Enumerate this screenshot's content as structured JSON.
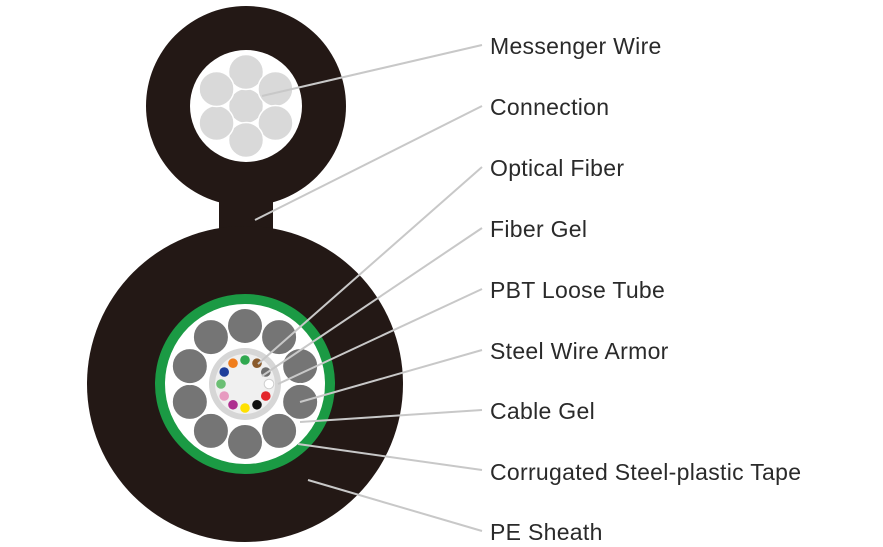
{
  "labels": [
    "Messenger Wire",
    "Connection",
    "Optical Fiber",
    "Fiber Gel",
    "PBT Loose Tube",
    "Steel Wire Armor",
    "Cable Gel",
    "Corrugated Steel-plastic Tape",
    "PE Sheath"
  ],
  "colors": {
    "sheath": "#231815",
    "tape": "#1b9a44",
    "cable_gel": "#ffffff",
    "armor": "#757575",
    "armor_border": "#ffffff",
    "loose_tube": "#d6d6d6",
    "fiber_gel": "#f0f0f0",
    "messenger_wire": "#d9d9d9",
    "leader": "#c8c8c8"
  },
  "fiber_colors": [
    "#2fa84f",
    "#8a5a2b",
    "#6e6e6e",
    "#ffffff",
    "#e3262b",
    "#111111",
    "#ffe100",
    "#ae2f8f",
    "#e79ac0",
    "#6bbf74",
    "#1f3f9b",
    "#f07d1c"
  ]
}
